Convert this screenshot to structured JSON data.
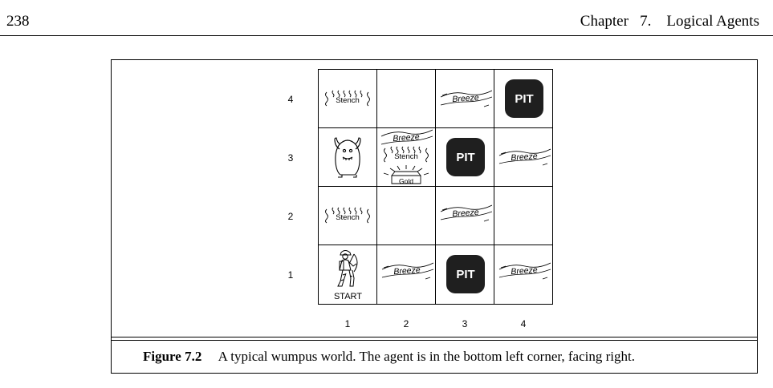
{
  "header": {
    "page_number": "238",
    "chapter": "Chapter   7.    Logical Agents"
  },
  "figure": {
    "row_labels": [
      "4",
      "3",
      "2",
      "1"
    ],
    "col_labels": [
      "1",
      "2",
      "3",
      "4"
    ],
    "pit_label": "PIT",
    "breeze_label": "Breeze",
    "stench_label": "Stench",
    "gold_label": "Gold",
    "start_label": "START",
    "cells": {
      "r4c1": [
        "stench"
      ],
      "r4c2": [],
      "r4c3": [
        "breeze"
      ],
      "r4c4": [
        "pit"
      ],
      "r3c1": [
        "wumpus"
      ],
      "r3c2": [
        "breeze",
        "stench",
        "gold"
      ],
      "r3c3": [
        "pit"
      ],
      "r3c4": [
        "breeze"
      ],
      "r2c1": [
        "stench"
      ],
      "r2c2": [],
      "r2c3": [
        "breeze"
      ],
      "r2c4": [],
      "r1c1": [
        "agent",
        "start"
      ],
      "r1c2": [
        "breeze"
      ],
      "r1c3": [
        "pit"
      ],
      "r1c4": [
        "breeze"
      ]
    }
  },
  "caption": {
    "label": "Figure 7.2",
    "text": "A typical wumpus world. The agent is in the bottom left corner, facing right."
  }
}
